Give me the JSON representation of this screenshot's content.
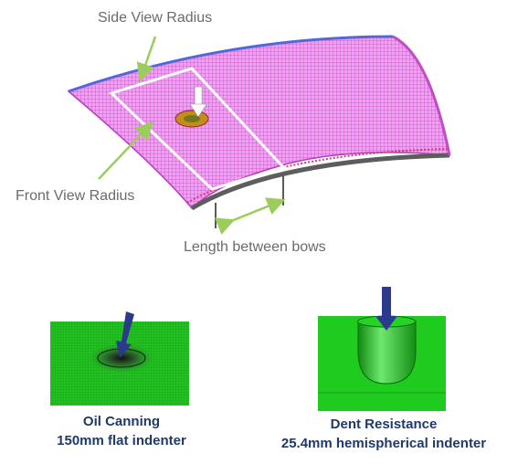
{
  "labels": {
    "side_view_radius": "Side View Radius",
    "front_view_radius": "Front View Radius",
    "length_between_bows": "Length between bows"
  },
  "panels": [
    {
      "title": "Oil Canning",
      "subtitle": "150mm flat indenter"
    },
    {
      "title": "Dent Resistance",
      "subtitle": "25.4mm hemispherical indenter"
    }
  ],
  "colors": {
    "label_text": "#6b6b6b",
    "caption_text": "#1f3a68",
    "mesh_magenta": "#d24fd6",
    "annotation_green": "#9ccc5c",
    "indenter_arrow": "#2b3a8c",
    "panel_green": "#1fc41f"
  }
}
